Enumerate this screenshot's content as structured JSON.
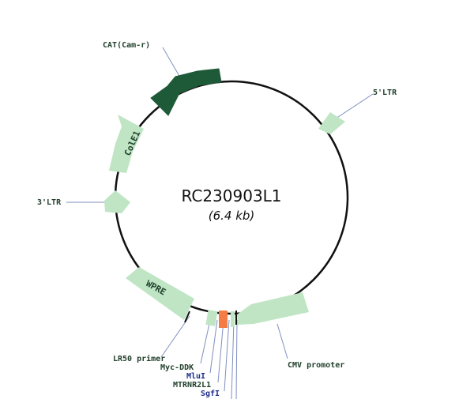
{
  "plasmid": {
    "name": "RC230903L1",
    "size": "(6.4 kb)"
  },
  "features": {
    "cat": "CAT(Cam-r)",
    "ltr5": "5'LTR",
    "cole1": "ColE1",
    "ltr3": "3'LTR",
    "wpre": "WPRE",
    "cmv": "CMV promoter"
  },
  "sites": {
    "lr50": "LR50 primer",
    "myc": "Myc-DDK",
    "mlu": "MluI",
    "mtrnr": "MTRNR2L1",
    "sgf": "SgfI"
  },
  "colors": {
    "feature_light": "#bfe5c4",
    "feature_dark": "#1e5a38",
    "insert": "#f47c45",
    "feature_text": "#22402c",
    "site_text": "#1d2d8a",
    "leader_line": "#8090c0"
  }
}
